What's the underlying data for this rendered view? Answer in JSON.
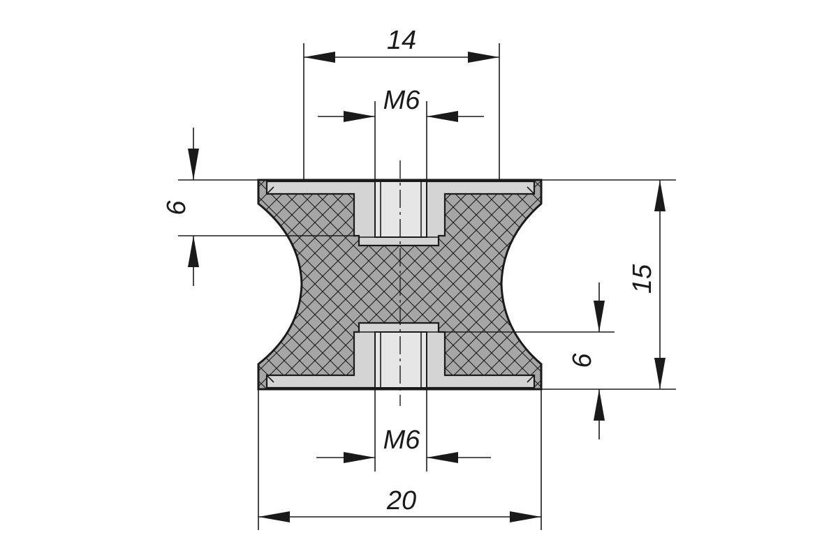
{
  "drawing": {
    "colors": {
      "line": "#1a1a1a",
      "rubber": "#a6a6a6",
      "metal": "#d4d4d4",
      "background": "#ffffff"
    },
    "dimensions": {
      "top_width": "14",
      "top_thread": "M6",
      "top_depth": "6",
      "height": "15",
      "bottom_depth": "6",
      "bottom_thread": "M6",
      "overall_width": "20"
    }
  }
}
